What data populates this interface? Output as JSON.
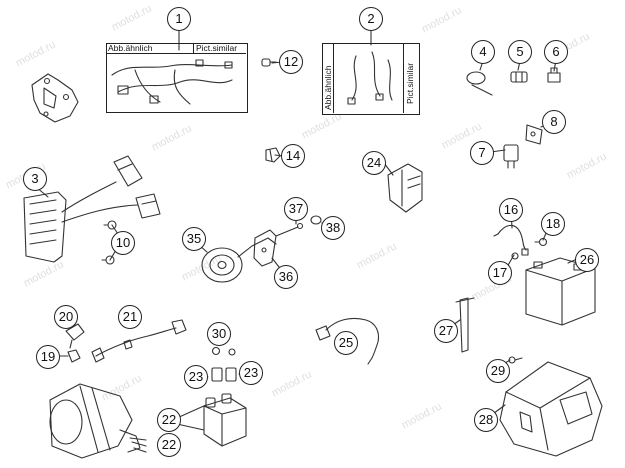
{
  "watermark": "motod.ru",
  "inset_box_1": {
    "caption_left": "Abb.ähnlich",
    "caption_right": "Pict.similar"
  },
  "inset_box_2": {
    "caption_left": "Abb.ähnlich",
    "caption_right": "Pict.similar"
  },
  "callouts": [
    "1",
    "2",
    "3",
    "4",
    "5",
    "6",
    "7",
    "8",
    "10",
    "12",
    "14",
    "16",
    "17",
    "18",
    "19",
    "20",
    "21",
    "22",
    "22",
    "23",
    "23",
    "24",
    "25",
    "26",
    "27",
    "28",
    "29",
    "30",
    "35",
    "36",
    "37",
    "38"
  ]
}
